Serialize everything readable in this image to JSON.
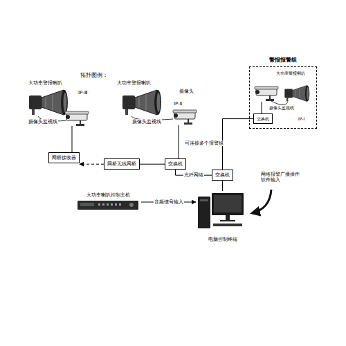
{
  "diagram": {
    "nodes": [
      {
        "text": [
          "警报报警组"
        ]
      },
      {
        "text": [
          "交换机"
        ],
        "in": 0
      },
      {
        "text": [
          "网桥接收器"
        ]
      },
      {
        "text": [
          "网桥无线网桥"
        ]
      },
      {
        "text": [
          "交换机"
        ]
      },
      {
        "text": [
          "交换机"
        ]
      },
      {
        "text": [
          "大功率喇叭控制主机"
        ]
      },
      {
        "text": [
          "电脑控制终端"
        ]
      }
    ],
    "edges": [
      {
        "from": 3,
        "to": 2,
        "arrow": "to"
      },
      {
        "from": 3,
        "to": 4,
        "arrow": "none"
      },
      {
        "from": 4,
        "to": 5,
        "label": "光纤网络",
        "arrow": "none"
      },
      {
        "from": 1,
        "to": 5,
        "arrow": "none"
      },
      {
        "from": 5,
        "to": 7,
        "arrow": "none"
      },
      {
        "from": 6,
        "to": 7,
        "label": "音频信号输入",
        "arrow": "to"
      }
    ],
    "labels": [
      "拓扑图例：",
      "大功率警报喇叭",
      "IP-Ⅲ",
      "摄像头监视线",
      "大功率警报喇叭",
      "摄像头",
      "IP-Ⅱ",
      "摄像头监视线",
      "大功率警报喇叭",
      "IP-Ⅰ",
      "摄像头监视线",
      "可连接多个报警组",
      "网络报警广播操作软件输入"
    ]
  }
}
